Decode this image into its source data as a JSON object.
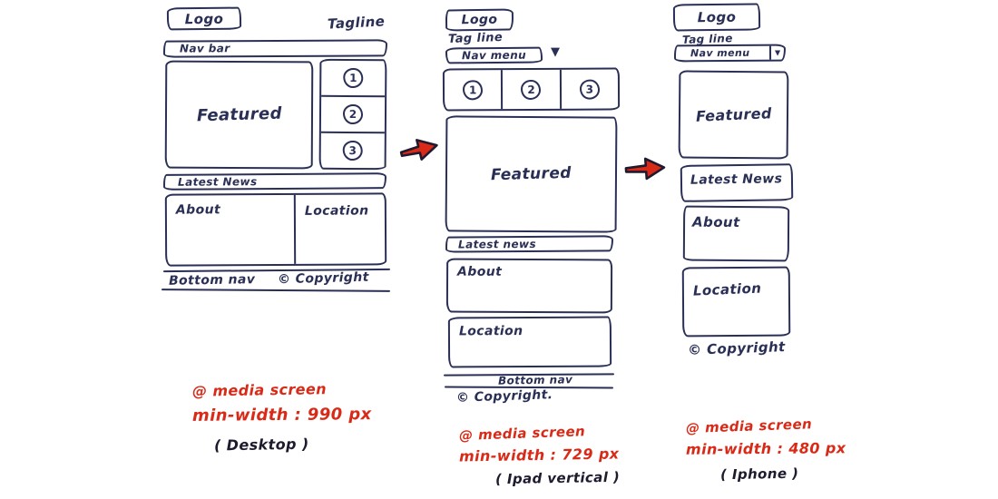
{
  "colors": {
    "ink": "#2a2f55",
    "red": "#d92a18",
    "arrow_outline": "#201a2e",
    "paper": "#ffffff"
  },
  "desktop": {
    "logo": "Logo",
    "tagline": "Tagline",
    "nav": "Nav bar",
    "featured": "Featured",
    "items": [
      "1",
      "2",
      "3"
    ],
    "latest_news": "Latest News",
    "about": "About",
    "location": "Location",
    "bottom_nav": "Bottom nav",
    "copyright": "© Copyright",
    "media": {
      "line1": "@ media screen",
      "line2": "min-width : 990 px",
      "device": "( Desktop )"
    }
  },
  "tablet": {
    "logo": "Logo",
    "tagline": "Tag line",
    "nav": "Nav menu",
    "nav_arrow": "▼",
    "items": [
      "1",
      "2",
      "3"
    ],
    "featured": "Featured",
    "latest_news": "Latest news",
    "about": "About",
    "location": "Location",
    "bottom_nav": "Bottom nav",
    "copyright": "© Copyright.",
    "media": {
      "line1": "@ media screen",
      "line2": "min-width : 729 px",
      "device": "( Ipad vertical )"
    }
  },
  "phone": {
    "logo": "Logo",
    "tagline": "Tag line",
    "nav": "Nav menu",
    "nav_arrow": "▼",
    "featured": "Featured",
    "latest_news": "Latest News",
    "about": "About",
    "location": "Location",
    "copyright": "© Copyright",
    "media": {
      "line1": "@ media screen",
      "line2": "min-width : 480 px",
      "device": "( Iphone )"
    }
  }
}
